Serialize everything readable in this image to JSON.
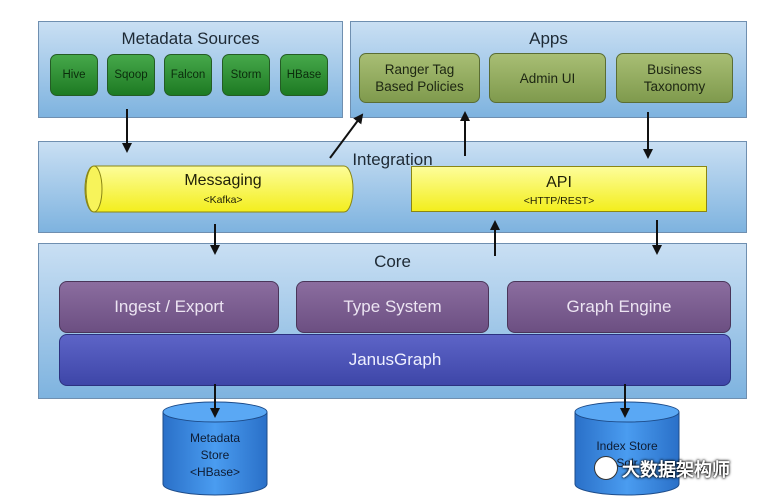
{
  "sources": {
    "title": "Metadata Sources",
    "items": [
      "Hive",
      "Sqoop",
      "Falcon",
      "Storm",
      "HBase"
    ]
  },
  "apps": {
    "title": "Apps",
    "items": [
      {
        "line1": "Ranger Tag",
        "line2": "Based Policies"
      },
      {
        "line1": "Admin UI",
        "line2": ""
      },
      {
        "line1": "Business",
        "line2": "Taxonomy"
      }
    ]
  },
  "integration": {
    "title": "Integration",
    "messaging": {
      "label": "Messaging",
      "sub": "<Kafka>"
    },
    "api": {
      "label": "API",
      "sub": "<HTTP/REST>"
    }
  },
  "core": {
    "title": "Core",
    "modules": [
      "Ingest / Export",
      "Type System",
      "Graph Engine"
    ],
    "graph": "JanusGraph"
  },
  "stores": {
    "metadata": {
      "line1": "Metadata",
      "line2": "Store",
      "line3": "<HBase>"
    },
    "index": {
      "line1": "Index Store",
      "line2": "Solr"
    }
  },
  "watermark": "大数据架构师",
  "colors": {
    "panel": "#7eb3df",
    "sources": "#2e8b32",
    "apps": "#8fa85c",
    "yellow": "#f6f23a",
    "core_modules": "#7a5c90",
    "graph": "#4a52b8",
    "store": "#2f7fd6"
  }
}
